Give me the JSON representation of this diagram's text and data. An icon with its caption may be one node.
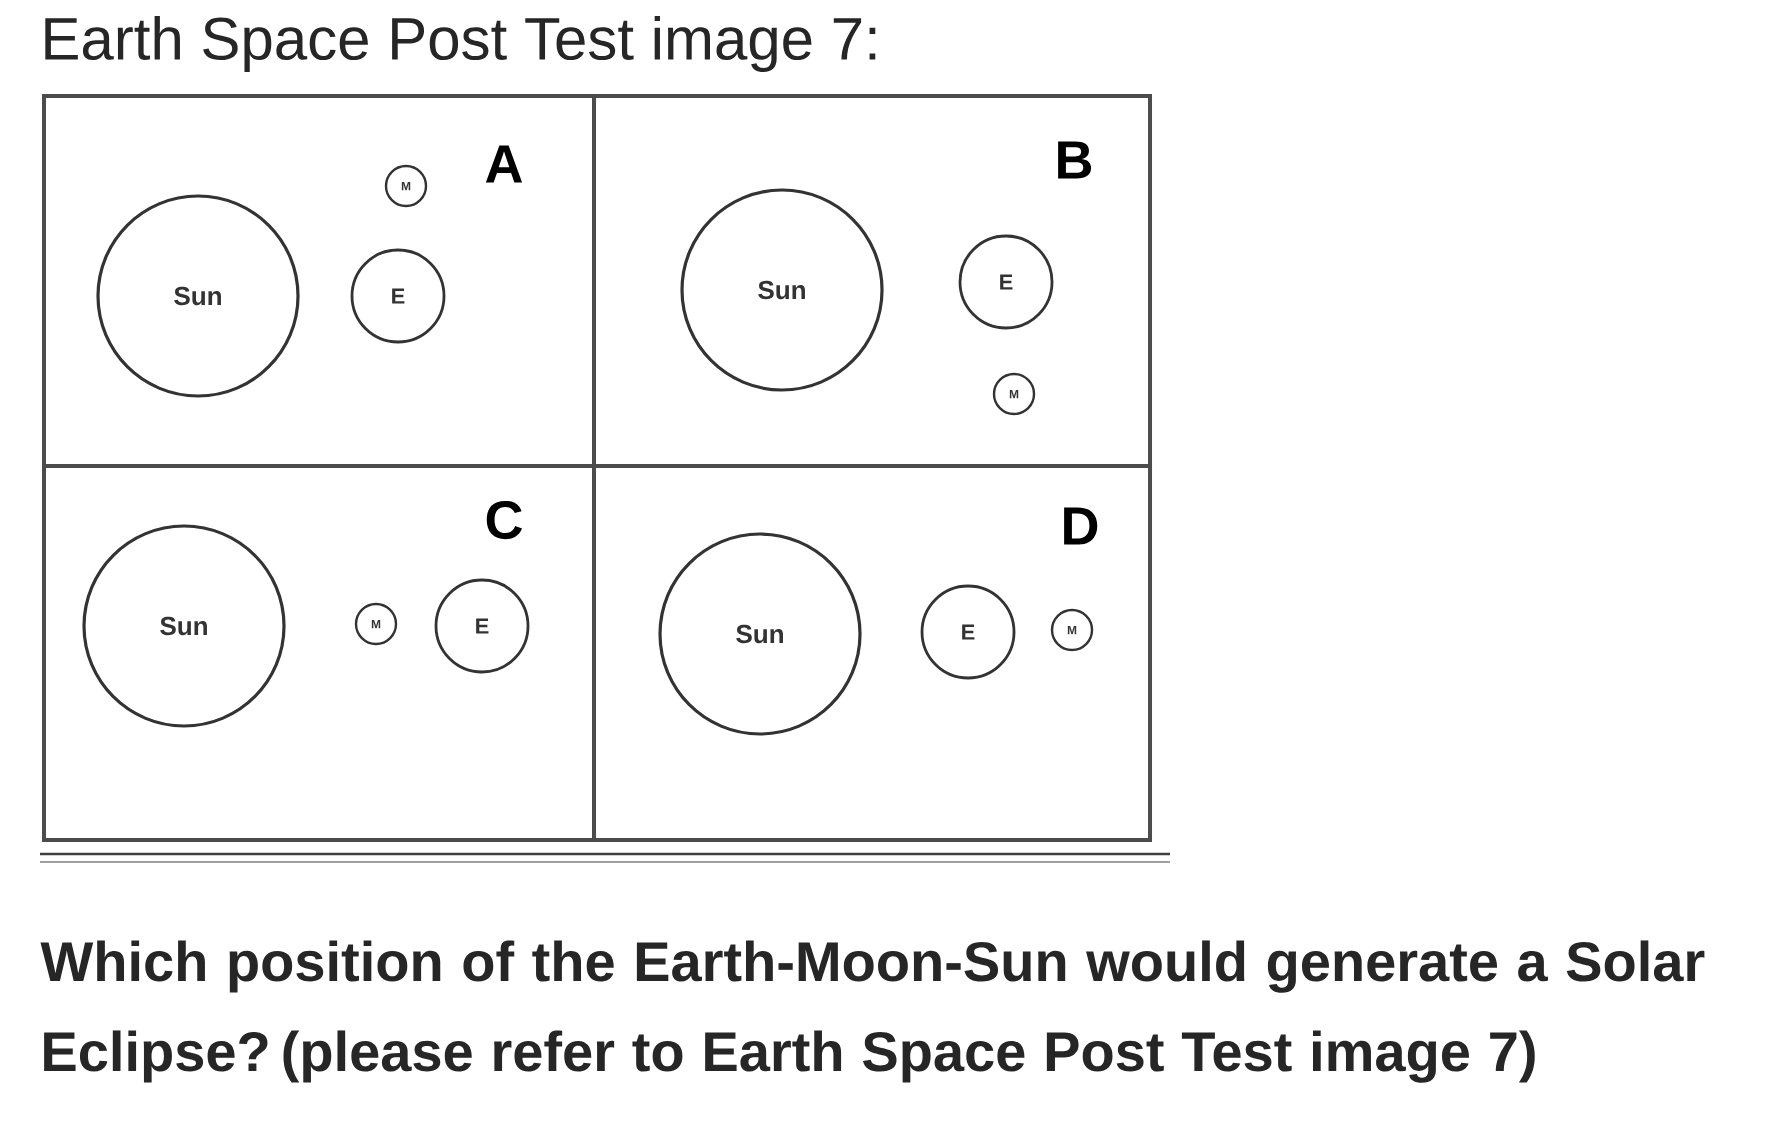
{
  "diagram": {
    "title": "Earth Space Post Test image 7:",
    "nodes": [
      {
        "text": [
          "A"
        ]
      },
      {
        "text": [
          "Sun"
        ],
        "in": 0
      },
      {
        "text": [
          "E"
        ],
        "in": 0
      },
      {
        "text": [
          "M"
        ],
        "in": 0
      },
      {
        "text": [
          "B"
        ]
      },
      {
        "text": [
          "Sun"
        ],
        "in": 4
      },
      {
        "text": [
          "E"
        ],
        "in": 4
      },
      {
        "text": [
          "M"
        ],
        "in": 4
      },
      {
        "text": [
          "C"
        ]
      },
      {
        "text": [
          "Sun"
        ],
        "in": 8
      },
      {
        "text": [
          "M"
        ],
        "in": 8
      },
      {
        "text": [
          "E"
        ],
        "in": 8
      },
      {
        "text": [
          "D"
        ]
      },
      {
        "text": [
          "Sun"
        ],
        "in": 12
      },
      {
        "text": [
          "E"
        ],
        "in": 12
      },
      {
        "text": [
          "M"
        ],
        "in": 12
      }
    ],
    "caption": "Which position of the Earth-Moon-Sun would generate a Solar Eclipse? (please refer to Earth Space Post Test image 7)"
  }
}
